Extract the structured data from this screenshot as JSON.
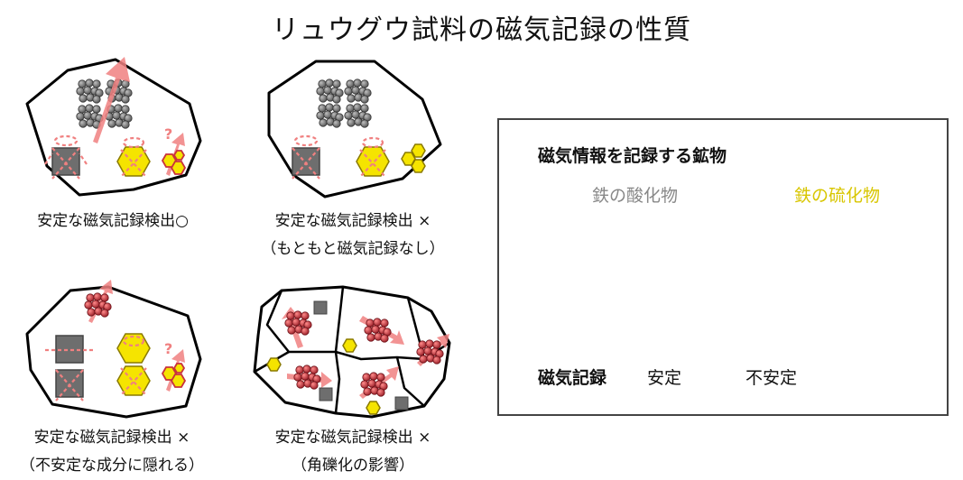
{
  "title": "リュウグウ試料の磁気記録の性質",
  "panels": [
    {
      "line1": "安定な磁気記録検出○",
      "line2": ""
    },
    {
      "line1": "安定な磁気記録検出 ×",
      "line2": "（もともと磁気記録なし）"
    },
    {
      "line1": "安定な磁気記録検出 ×",
      "line2": "（不安定な成分に隠れる）"
    },
    {
      "line1": "安定な磁気記録検出 ×",
      "line2": "（角礫化の影響）"
    }
  ],
  "question_mark": "?",
  "legend": {
    "heading": "磁気情報を記録する鉱物",
    "oxide_label": "鉄の酸化物",
    "sulfide_label": "鉄の硫化物",
    "magnetic_record_label": "磁気記録",
    "stable_label": "安定",
    "unstable_label": "不安定"
  },
  "colors": {
    "oxide_gray": "#6e6e6e",
    "sulfide_yellow": "#f5e400",
    "grain_red": "#c8323c",
    "arrow_pink": "#f08080",
    "oxide_label": "#888888",
    "sulfide_label": "#d8c600"
  }
}
